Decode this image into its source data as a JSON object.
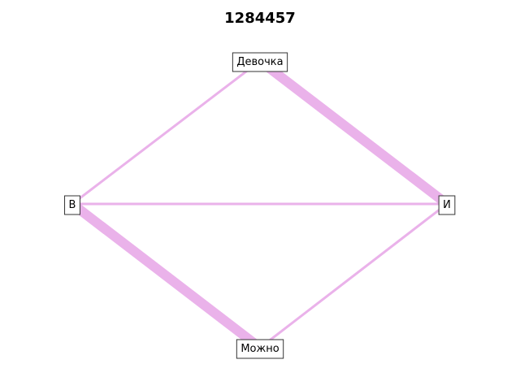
{
  "title": "1284457",
  "graph": {
    "edge_color": "#EAB2EA",
    "node_border_color": "#333333",
    "nodes": [
      {
        "id": "devochka",
        "label": "Девочка"
      },
      {
        "id": "b",
        "label": "В"
      },
      {
        "id": "i",
        "label": "И"
      },
      {
        "id": "mozhno",
        "label": "Можно"
      }
    ],
    "edges": [
      {
        "source": "devochka",
        "target": "b",
        "weight": 1
      },
      {
        "source": "devochka",
        "target": "i",
        "weight": 4
      },
      {
        "source": "b",
        "target": "i",
        "weight": 1
      },
      {
        "source": "b",
        "target": "mozhno",
        "weight": 4
      },
      {
        "source": "mozhno",
        "target": "i",
        "weight": 1
      }
    ]
  }
}
